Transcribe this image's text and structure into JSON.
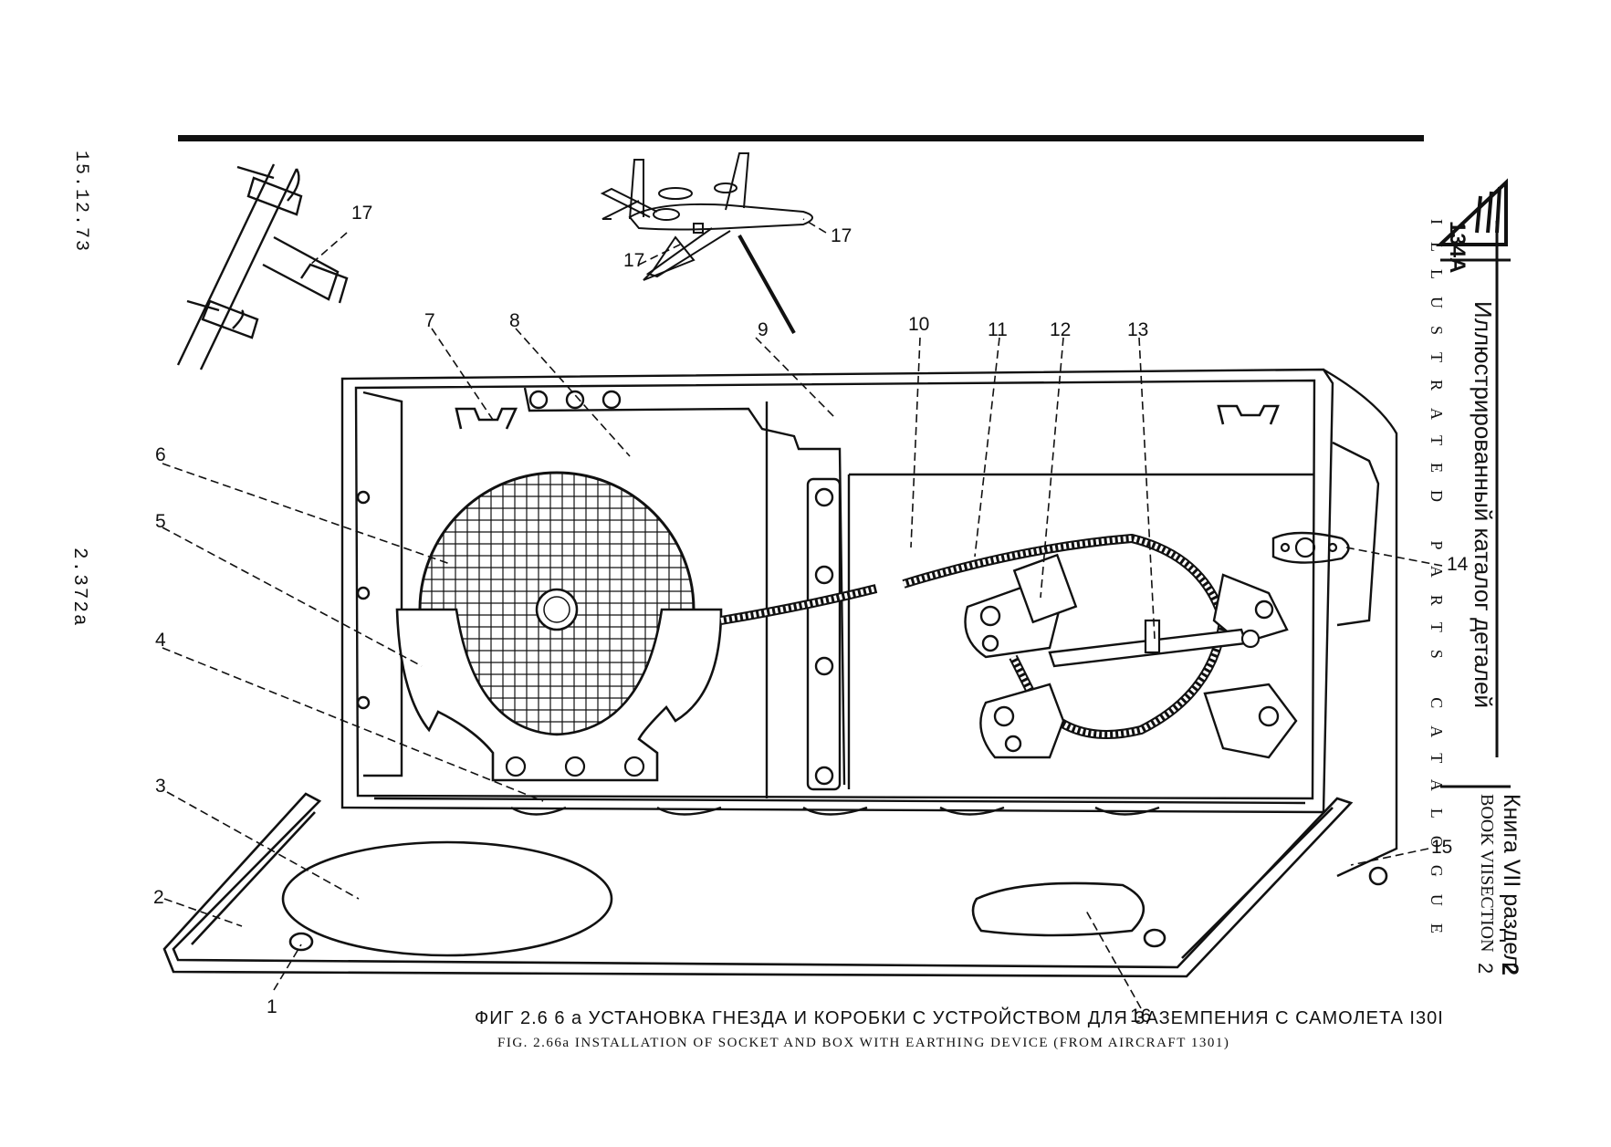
{
  "sidebar_left": {
    "date": "15.12.73",
    "code": "2.372a"
  },
  "title_block": {
    "model": "134А",
    "title_ru": "Иллюстрированный каталог деталей",
    "title_en": "ILLUSTRATED PARTS CATALOGUE",
    "book_ru": "Книга VII раздел",
    "book_en": "BOOK VIISECTION",
    "section_num": "2",
    "section_num_en": "2"
  },
  "caption": {
    "ru": "ФИГ 2.6 6 а   УСТАНОВКА ГНЕЗДА И КОРОБКИ С УСТРОЙСТВОМ  ДЛЯ  ЗАЗЕМПЕНИЯ С САМОЛЕТА I30I",
    "en": "FIG. 2.66a INSTALLATION OF SOCKET AND BOX WITH EARTHING DEVICE (FROM AIRCRAFT 1301)"
  },
  "callouts": {
    "c1": "1",
    "c2": "2",
    "c3": "3",
    "c4": "4",
    "c5": "5",
    "c6": "6",
    "c7": "7",
    "c8": "8",
    "c9": "9",
    "c10": "10",
    "c11": "11",
    "c12": "12",
    "c13": "13",
    "c14": "14",
    "c15": "15",
    "c16": "16",
    "c17a": "17",
    "c17b": "17",
    "c17c": "17"
  }
}
